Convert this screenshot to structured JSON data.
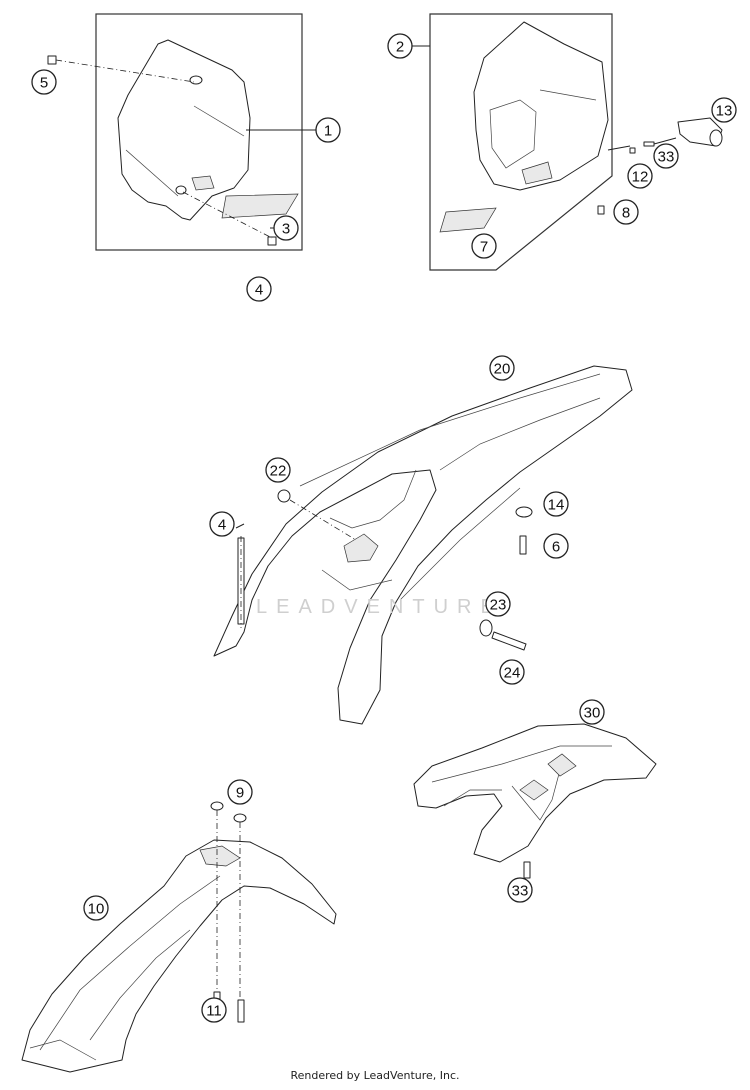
{
  "diagram": {
    "callouts": [
      {
        "id": "c1",
        "label": "1"
      },
      {
        "id": "c2",
        "label": "2"
      },
      {
        "id": "c3",
        "label": "3"
      },
      {
        "id": "c4a",
        "label": "4"
      },
      {
        "id": "c5",
        "label": "5"
      },
      {
        "id": "c7",
        "label": "7"
      },
      {
        "id": "c8",
        "label": "8"
      },
      {
        "id": "c12",
        "label": "12"
      },
      {
        "id": "c13",
        "label": "13"
      },
      {
        "id": "c33a",
        "label": "33"
      },
      {
        "id": "c20",
        "label": "20"
      },
      {
        "id": "c22",
        "label": "22"
      },
      {
        "id": "c4b",
        "label": "4"
      },
      {
        "id": "c14",
        "label": "14"
      },
      {
        "id": "c6",
        "label": "6"
      },
      {
        "id": "c23",
        "label": "23"
      },
      {
        "id": "c24",
        "label": "24"
      },
      {
        "id": "c30",
        "label": "30"
      },
      {
        "id": "c33b",
        "label": "33"
      },
      {
        "id": "c9",
        "label": "9"
      },
      {
        "id": "c10",
        "label": "10"
      },
      {
        "id": "c11",
        "label": "11"
      }
    ],
    "watermark": "LEADVENTURE",
    "footer": "Rendered by LeadVenture, Inc."
  }
}
